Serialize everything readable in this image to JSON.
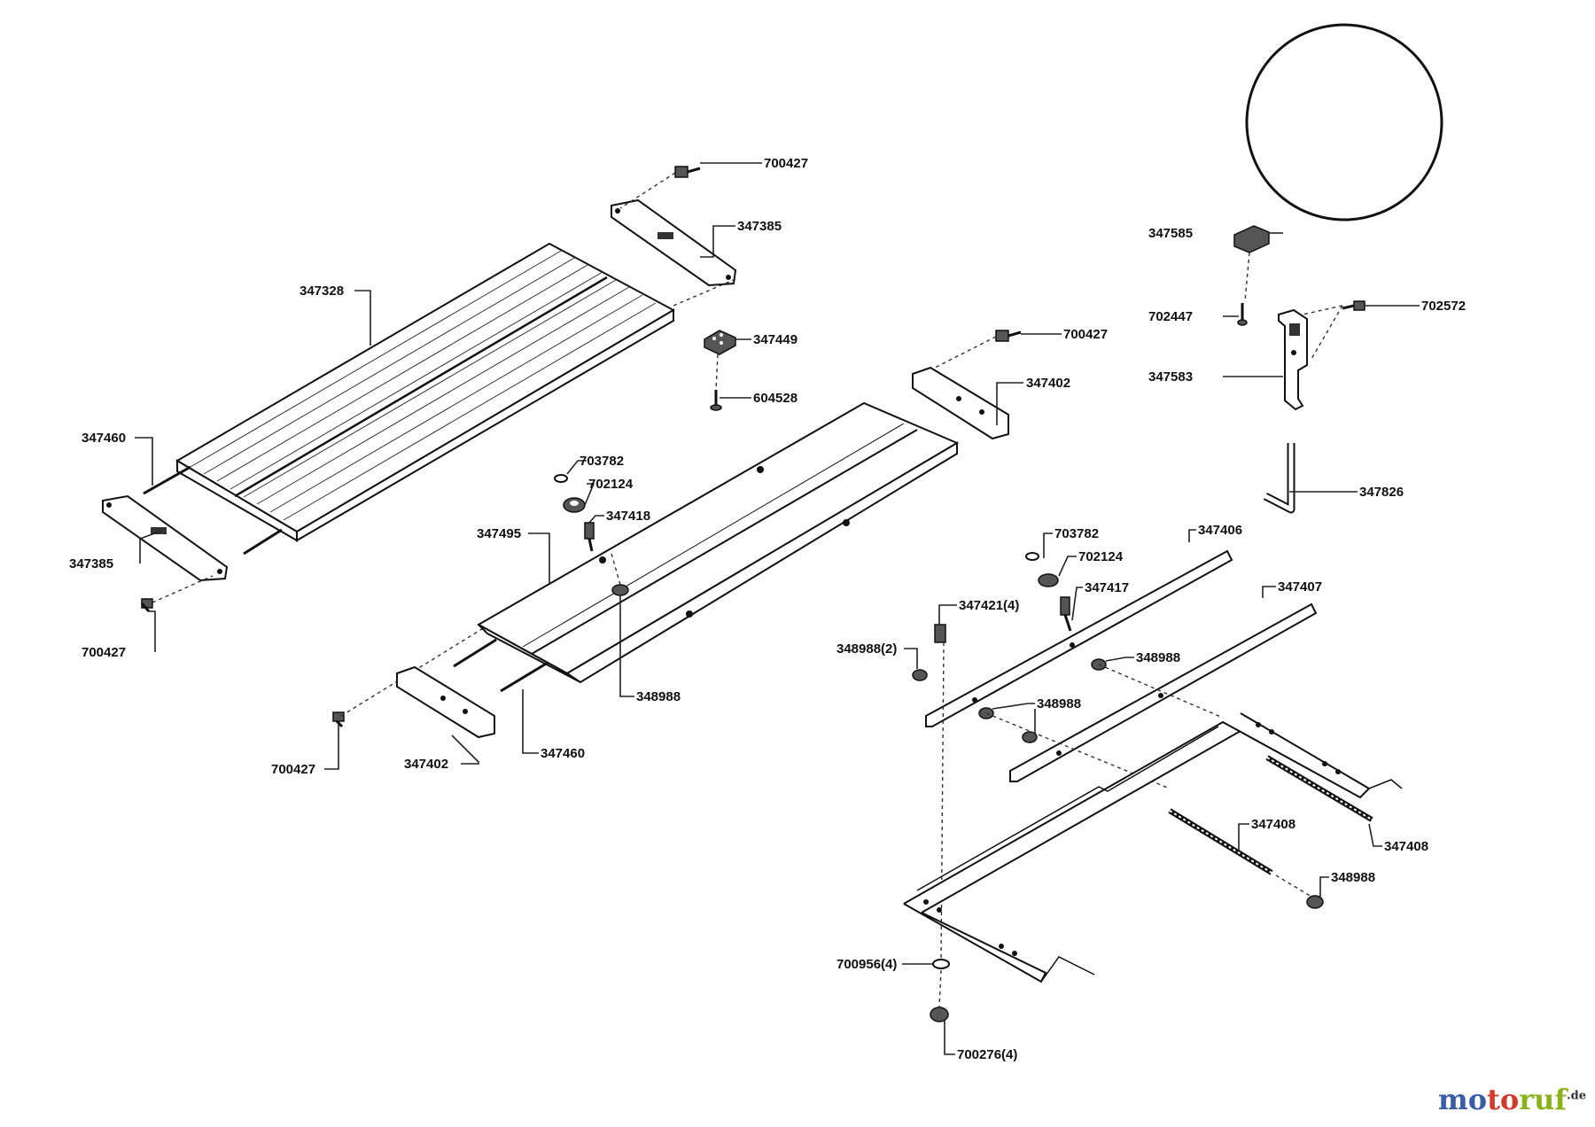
{
  "diagram": {
    "labels": [
      "700427",
      "347385",
      "347328",
      "347449",
      "604528",
      "700427",
      "347402",
      "347460",
      "347385",
      "700427",
      "703782",
      "702124",
      "347418",
      "347495",
      "348988",
      "347460",
      "700427",
      "347402",
      "347585",
      "702572",
      "702447",
      "347583",
      "347826",
      "703782",
      "702124",
      "347406",
      "347417",
      "347421(4)",
      "347407",
      "348988(2)",
      "348988",
      "348988",
      "347408",
      "347408",
      "348988",
      "700956(4)",
      "700276(4)"
    ]
  },
  "watermark": {
    "parts": [
      "mo",
      "to",
      "ruf"
    ],
    "suffix": ".de",
    "colors": [
      "#3a5da8",
      "#d23a2a",
      "#8bb21e"
    ]
  }
}
